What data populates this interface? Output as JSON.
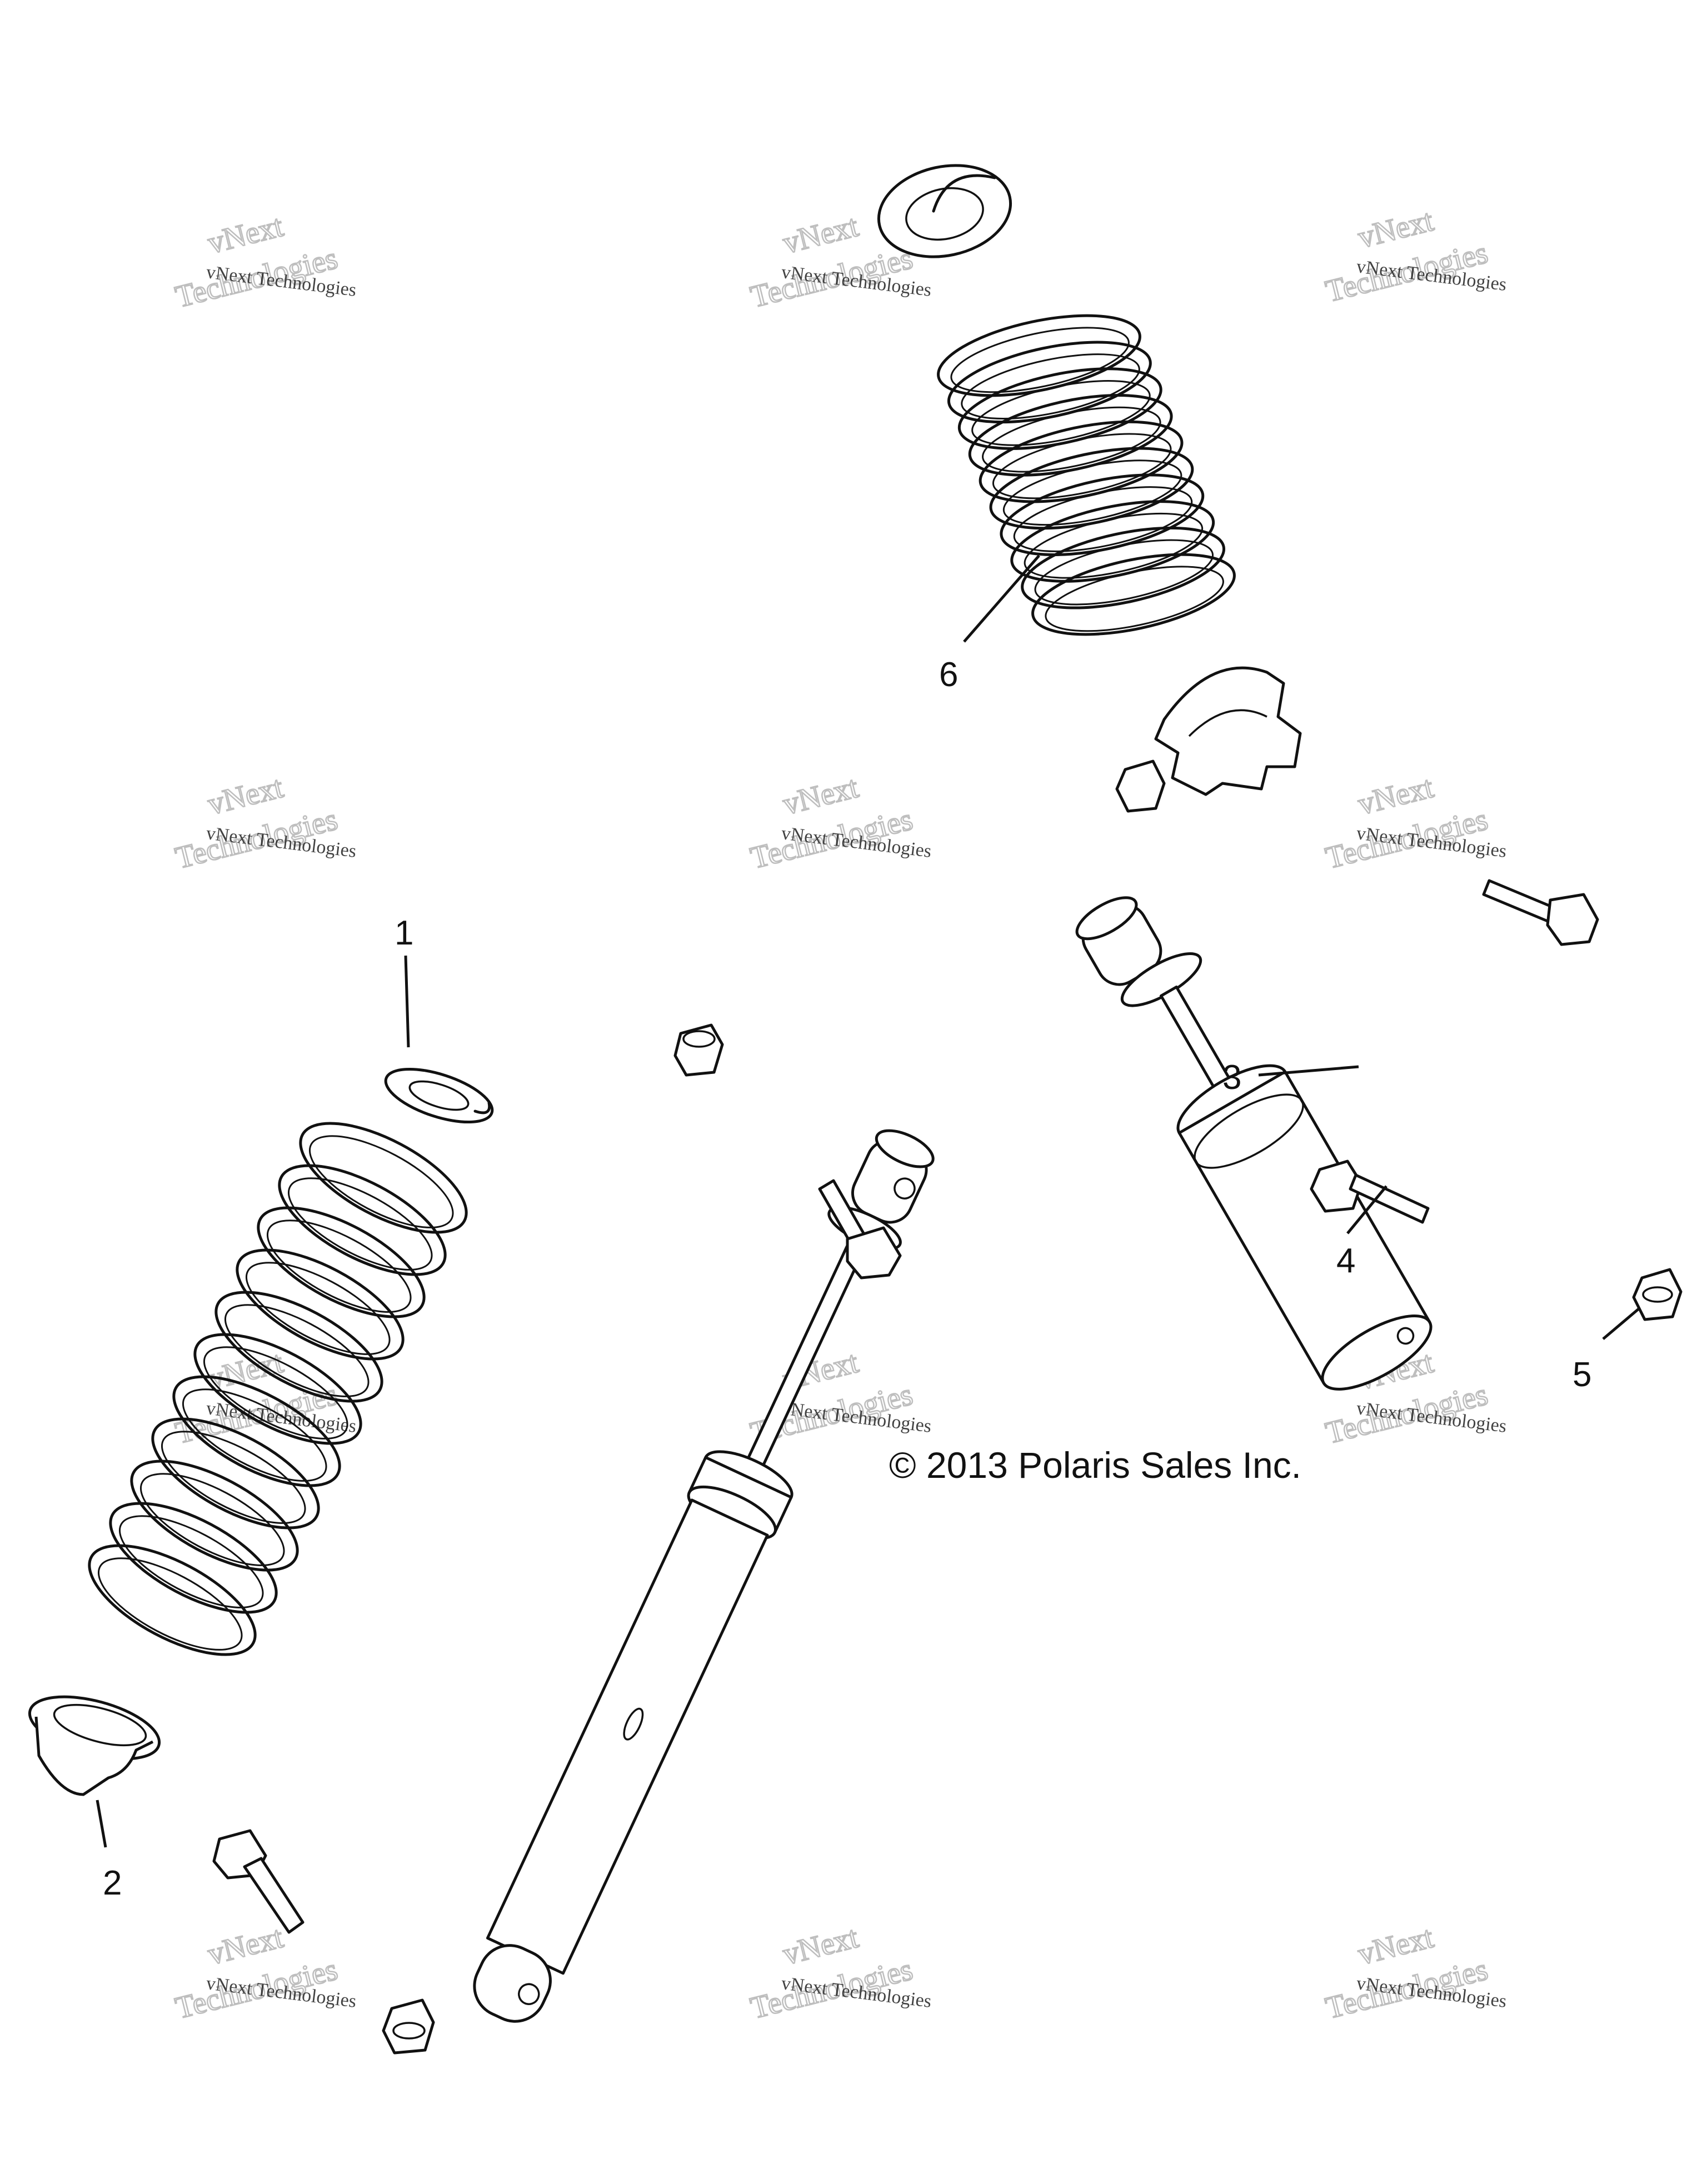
{
  "callouts": [
    {
      "id": "1",
      "label": "1"
    },
    {
      "id": "2",
      "label": "2"
    },
    {
      "id": "3",
      "label": "3"
    },
    {
      "id": "4",
      "label": "4"
    },
    {
      "id": "5",
      "label": "5"
    },
    {
      "id": "6",
      "label": "6"
    }
  ],
  "copyright": "© 2013 Polaris Sales Inc.",
  "watermark": {
    "line_small": "vNext Technologies",
    "line_big_1": "vNext",
    "line_big_2": "Technologies"
  }
}
